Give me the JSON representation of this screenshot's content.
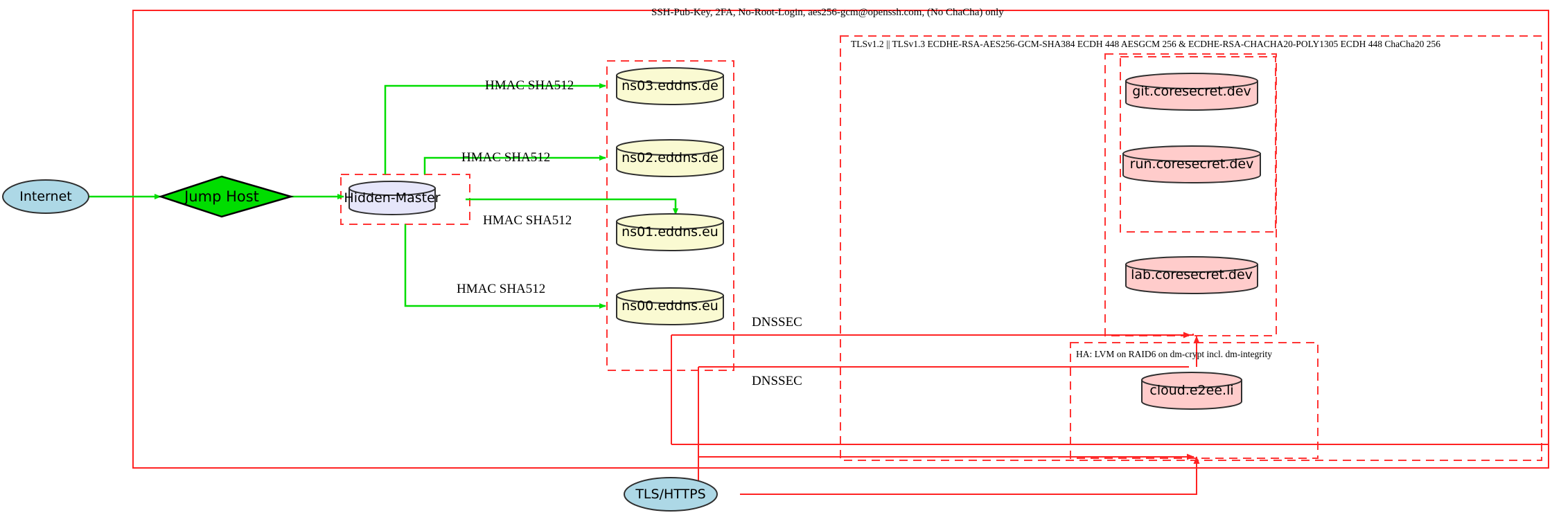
{
  "diagram": {
    "title_label": "SSH-Pub-Key, 2FA, No-Root-Login, aes256-gcm@openssh.com, (No ChaCha) only",
    "colors": {
      "boundary_red": "#ff0000",
      "dashed_red": "#ff3333",
      "edge_green": "#00dd00",
      "edge_red": "#ff2222",
      "internet_fill": "#add8e6",
      "jumphost_fill": "#00dd00",
      "master_fill": "#e6e6fa",
      "dns_fill": "#fafad2",
      "service_fill": "#ffcccb",
      "stroke_dark": "#2f2f2f"
    }
  },
  "boundaries": {
    "outer_ssh": {
      "label": "SSH-Pub-Key, 2FA, No-Root-Login, aes256-gcm@openssh.com, (No ChaCha) only"
    },
    "tls_zone": {
      "label": "TLSv1.2 || TLSv1.3 ECDHE-RSA-AES256-GCM-SHA384 ECDH 448 AESGCM 256 & ECDHE-RSA-CHACHA20-POLY1305 ECDH 448 ChaCha20 256"
    },
    "ha_zone": {
      "label": "HA: LVM on RAID6 on dm-crypt incl. dm-integrity"
    },
    "dns_zone": {
      "label": ""
    },
    "master_zone": {
      "label": ""
    },
    "coresecret_zone": {
      "label": ""
    },
    "services_zone": {
      "label": ""
    }
  },
  "nodes": {
    "internet": {
      "label": "Internet",
      "shape": "ellipse"
    },
    "jump_host": {
      "label": "Jump Host",
      "shape": "diamond"
    },
    "hidden_master": {
      "label": "Hidden-Master",
      "shape": "cylinder"
    },
    "ns03": {
      "label": "ns03.eddns.de",
      "shape": "cylinder"
    },
    "ns02": {
      "label": "ns02.eddns.de",
      "shape": "cylinder"
    },
    "ns01": {
      "label": "ns01.eddns.eu",
      "shape": "cylinder"
    },
    "ns00": {
      "label": "ns00.eddns.eu",
      "shape": "cylinder"
    },
    "git": {
      "label": "git.coresecret.dev",
      "shape": "cylinder"
    },
    "run": {
      "label": "run.coresecret.dev",
      "shape": "cylinder"
    },
    "lab": {
      "label": "lab.coresecret.dev",
      "shape": "cylinder"
    },
    "cloud": {
      "label": "cloud.e2ee.li",
      "shape": "cylinder"
    },
    "tls_https": {
      "label": "TLS/HTTPS",
      "shape": "ellipse"
    }
  },
  "edges": {
    "hmac_ns03": {
      "label": "HMAC SHA512"
    },
    "hmac_ns02": {
      "label": "HMAC SHA512"
    },
    "hmac_ns01": {
      "label": "HMAC SHA512"
    },
    "hmac_ns00": {
      "label": "HMAC SHA512"
    },
    "dnssec_upper": {
      "label": "DNSSEC"
    },
    "dnssec_lower": {
      "label": "DNSSEC"
    }
  }
}
